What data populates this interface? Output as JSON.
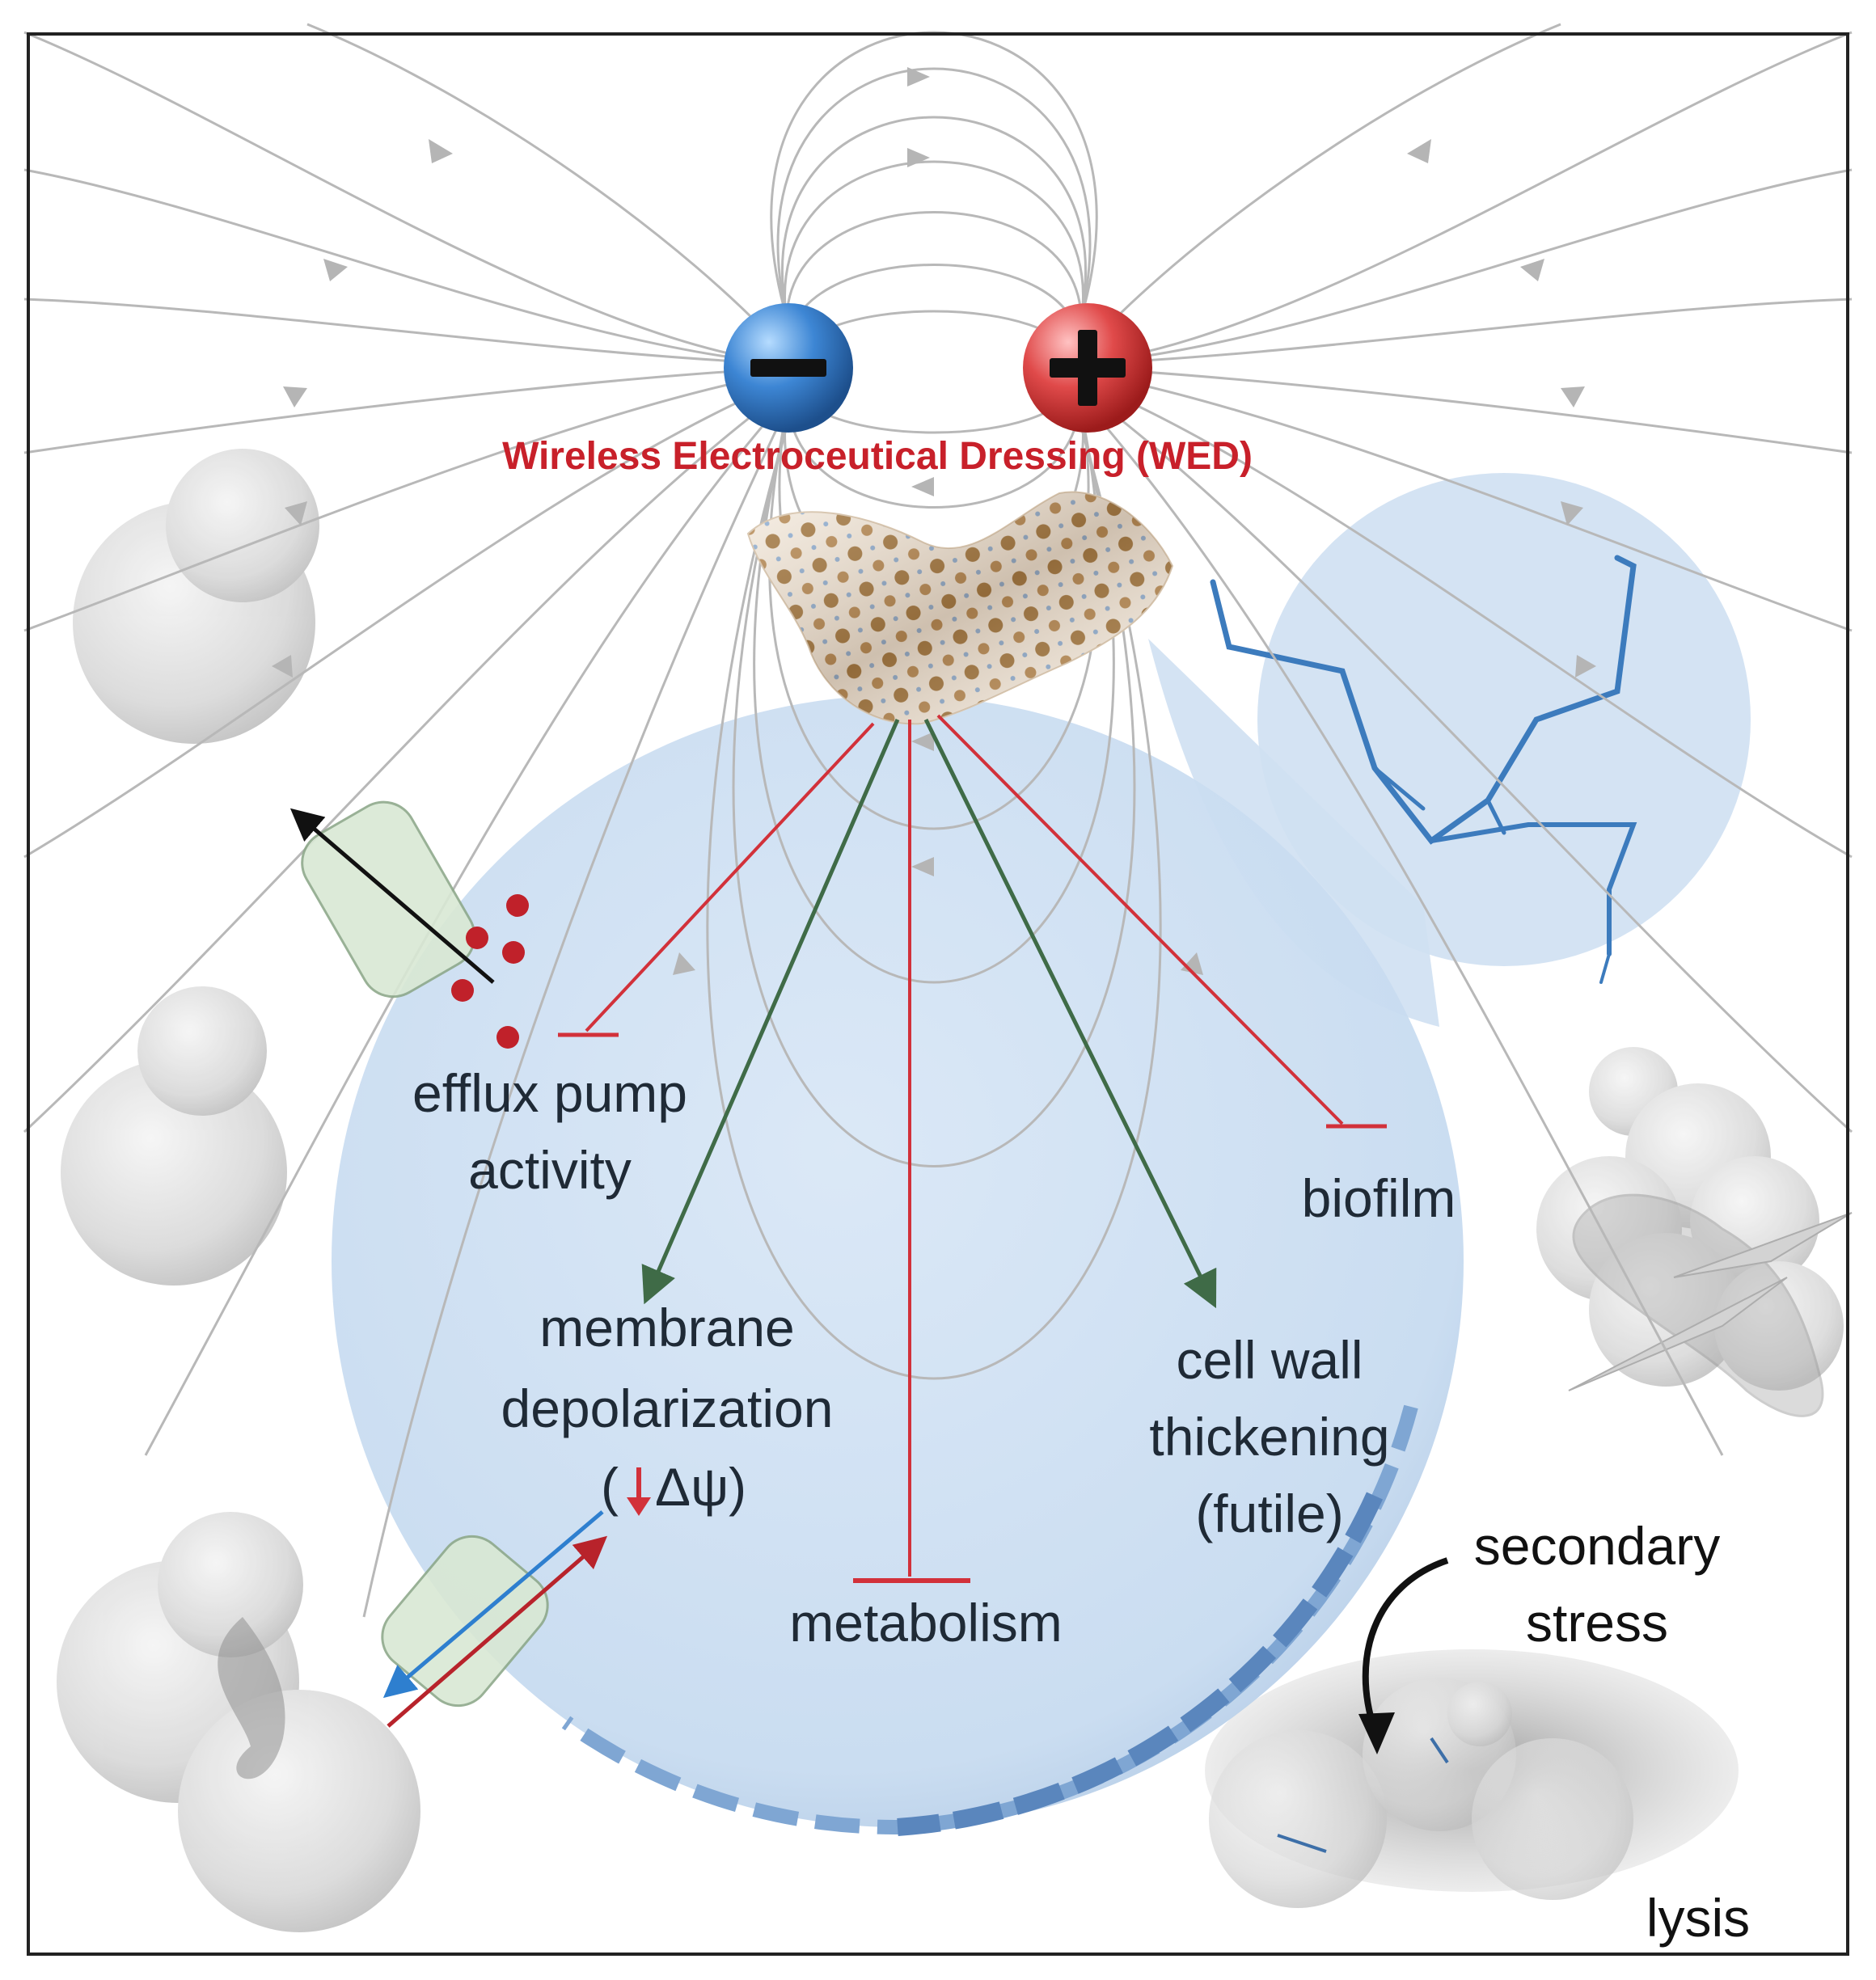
{
  "title": "Wireless Electroceutical Dressing (WED)",
  "charges": {
    "negative": "−",
    "positive": "+"
  },
  "labels": {
    "efflux_line1": "efflux pump",
    "efflux_line2": "activity",
    "membrane_line1": "membrane",
    "membrane_line2": "depolarization",
    "membrane_line3_open": "(",
    "membrane_line3_sym": "Δψ)",
    "metabolism": "metabolism",
    "cellwall_line1": "cell wall",
    "cellwall_line2": "thickening",
    "cellwall_line3": "(futile)",
    "biofilm": "biofilm",
    "secondary_line1": "secondary",
    "secondary_line2": "stress",
    "lysis": "lysis"
  },
  "colors": {
    "title": "#c8202a",
    "inhibit": "#d2313a",
    "promote": "#3f6b47",
    "text": "#1f2a36",
    "cell": "#cfe0f2",
    "field": "#b8b8b8",
    "negative": "#3d86d4",
    "positive": "#e04a4a"
  },
  "icons": {
    "negative_electrode": "minus-electrode-icon",
    "positive_electrode": "plus-electrode-icon",
    "dressing": "dressing-patch-icon",
    "pump": "efflux-pump-icon",
    "channel": "ion-channel-icon",
    "down_arrow": "down-arrow-icon"
  }
}
